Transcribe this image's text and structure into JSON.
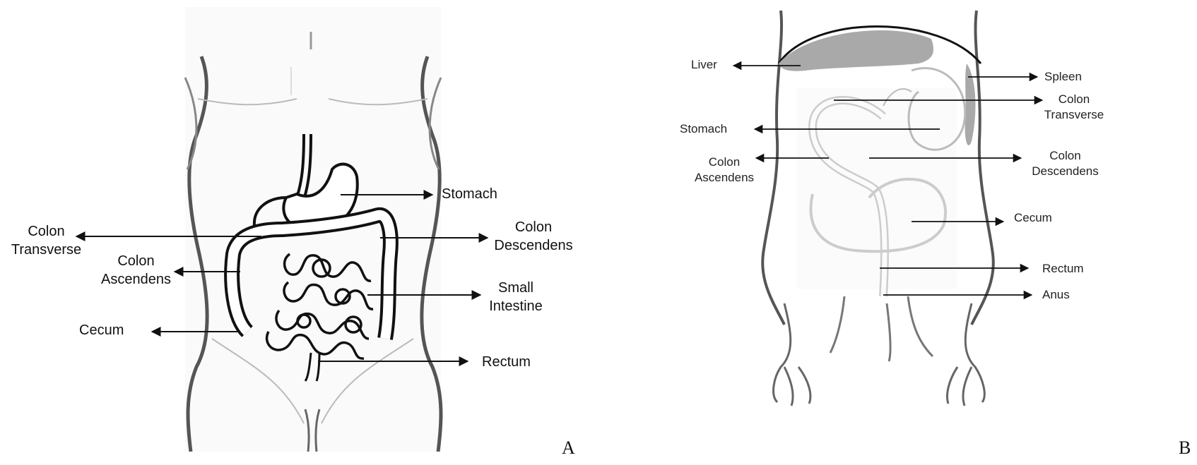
{
  "panel_a": {
    "letter": "A",
    "labels": {
      "stomach": "Stomach",
      "colon_transverse_1": "Colon",
      "colon_transverse_2": "Transverse",
      "colon_descendens_1": "Colon",
      "colon_descendens_2": "Descendens",
      "colon_ascendens_1": "Colon",
      "colon_ascendens_2": "Ascendens",
      "small_intestine_1": "Small",
      "small_intestine_2": "Intestine",
      "cecum": "Cecum",
      "rectum": "Rectum"
    }
  },
  "panel_b": {
    "letter": "B",
    "labels": {
      "liver": "Liver",
      "spleen": "Spleen",
      "colon_transverse_1": "Colon",
      "colon_transverse_2": "Transverse",
      "stomach": "Stomach",
      "colon_ascendens_1": "Colon",
      "colon_ascendens_2": "Ascendens",
      "colon_descendens_1": "Colon",
      "colon_descendens_2": "Descendens",
      "cecum": "Cecum",
      "rectum": "Rectum",
      "anus": "Anus"
    }
  }
}
